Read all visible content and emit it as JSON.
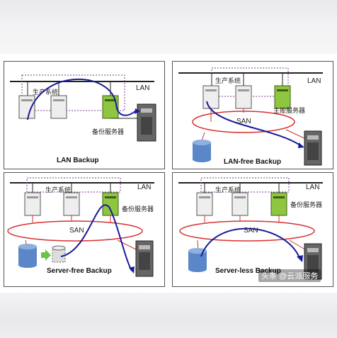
{
  "panels": [
    {
      "caption": "LAN Backup",
      "lan": "LAN",
      "group": "生产系统",
      "server": "备份服务器"
    },
    {
      "caption": "LAN-free Backup",
      "lan": "LAN",
      "group": "生产系统",
      "server": "主控服务器",
      "san": "SAN"
    },
    {
      "caption": "Server-free Backup",
      "lan": "LAN",
      "group": "生产系统",
      "server": "备份服务器",
      "san": "SAN"
    },
    {
      "caption": "Server-less Backup",
      "lan": "LAN",
      "group": "生产系统",
      "server": "备份服务器",
      "san": "SAN"
    }
  ],
  "watermark": "头条 @云派服务",
  "colors": {
    "line": "#222222",
    "dotted": "#7a3a88",
    "blueArrow": "#1a1a9a",
    "san": "#d83030",
    "disk": "#5b86c8",
    "green": "#8ec63f"
  }
}
